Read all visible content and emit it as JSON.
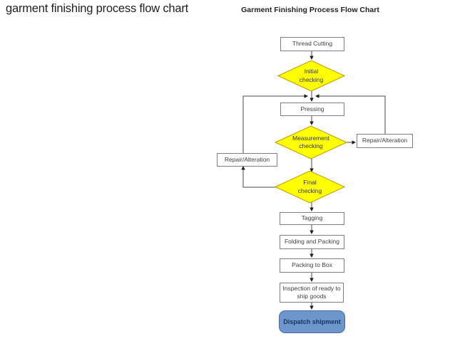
{
  "slide": {
    "title": "garment finishing process flow chart"
  },
  "flowchart": {
    "title": "Garment Finishing Process Flow Chart",
    "colors": {
      "decision_fill": "#FFFF00",
      "decision_border": "#C89600",
      "process_fill": "#FFFFFF",
      "process_border": "#7F7F7F",
      "terminal_fill": "#6C96CC",
      "terminal_border": "#3F6BA5",
      "connector": "#4A4A4A"
    },
    "nodes": {
      "thread_cutting": {
        "label": "Thread Cutting",
        "type": "process"
      },
      "initial_checking": {
        "line1": "Initial",
        "line2": "checking",
        "type": "decision"
      },
      "pressing": {
        "label": "Pressing",
        "type": "process"
      },
      "measurement_checking": {
        "line1": "Measurement",
        "line2": "checking",
        "type": "decision"
      },
      "repair_alteration_right": {
        "label": "Repair/Alteration",
        "type": "process"
      },
      "repair_alteration_left": {
        "label": "Repair/Alteration",
        "type": "process"
      },
      "final_checking": {
        "line1": "Final",
        "line2": "checking",
        "type": "decision"
      },
      "tagging": {
        "label": "Tagging",
        "type": "process"
      },
      "folding_and_packing": {
        "label": "Folding and Packing",
        "type": "process"
      },
      "packing_to_box": {
        "label": "Packing to Box",
        "type": "process"
      },
      "inspection": {
        "line1": "Inspection of ready to",
        "line2": "ship goods",
        "type": "process"
      },
      "dispatch_shipment": {
        "label": "Dispatch shipment",
        "type": "terminal"
      }
    }
  }
}
